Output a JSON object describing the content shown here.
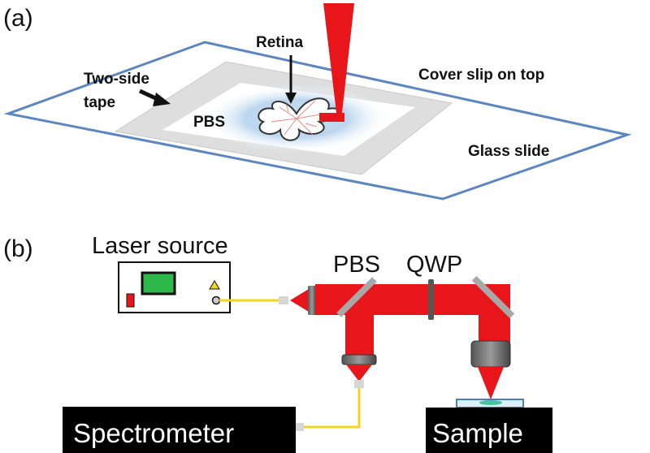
{
  "panel_a": {
    "label": "(a)",
    "retina": "Retina",
    "two_side_tape_line1": "Two-side",
    "two_side_tape_line2": "tape",
    "pbs": "PBS",
    "cover_slip": "Cover slip on top",
    "glass_slide": "Glass slide"
  },
  "panel_b": {
    "label": "(b)",
    "laser_source": "Laser source",
    "pbs": "PBS",
    "qwp": "QWP",
    "spectrometer": "Spectrometer",
    "sample": "Sample"
  },
  "colors": {
    "beam_red": "#e8151b",
    "fiber_yellow": "#f2d61c",
    "slide_blue": "#5b86c0",
    "tape_gray": "#dddddd",
    "pbs_fluid": "#bcd6ee",
    "box_black": "#000000",
    "screen_green": "#2fb84a"
  }
}
